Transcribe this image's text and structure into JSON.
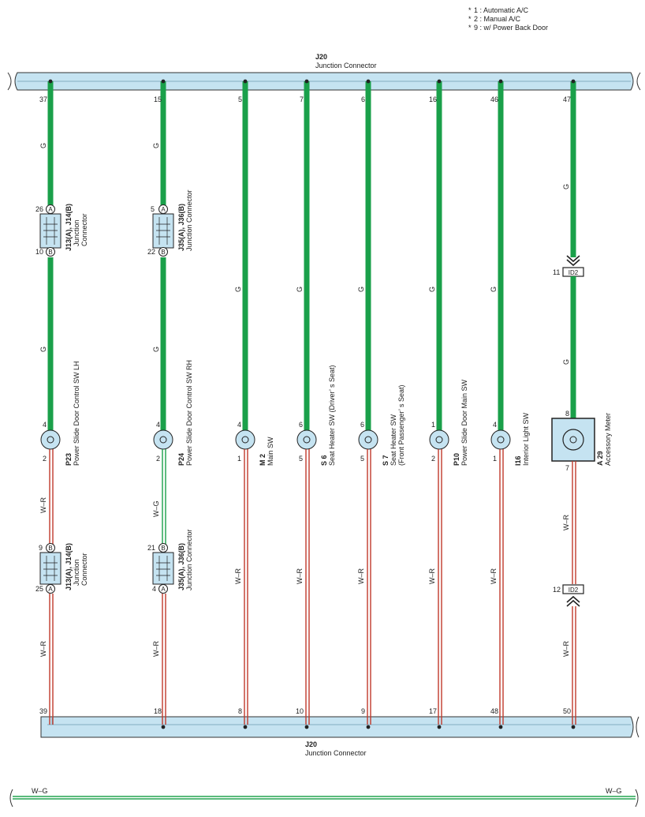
{
  "notes": [
    {
      "mark": "*",
      "text": "1 : Automatic A/C"
    },
    {
      "mark": "*",
      "text": "2 : Manual A/C"
    },
    {
      "mark": "*",
      "text": "9 : w/ Power Back Door"
    }
  ],
  "top_bus": {
    "code": "J20",
    "name": "Junction Connector"
  },
  "bottom_bus": {
    "code": "J20",
    "name": "Junction Connector"
  },
  "bottom_wire": {
    "left_label": "W–G",
    "right_label": "W–G"
  },
  "circuits": [
    {
      "top_pin": "37",
      "top_color": "G",
      "top_color2": "G",
      "jc1": {
        "pin_top": "26",
        "letter_top": "A",
        "pin_bottom": "10",
        "letter_bottom": "B",
        "code": "J13(A), J14(B)",
        "name": "Junction Connector"
      },
      "sw": {
        "pin_top": "4",
        "pin_bottom": "2",
        "code": "P23",
        "name": "Power Slide Door Control SW LH"
      },
      "bottom_color": "W–R",
      "jc2": {
        "pin_top": "9",
        "letter_top": "B",
        "pin_bottom": "25",
        "letter_bottom": "A",
        "code": "J13(A), J14(B)",
        "name": "Junction Connector"
      },
      "bottom_color2": "W–R",
      "bottom_pin": "39"
    },
    {
      "top_pin": "15",
      "top_color": "G",
      "top_color2": "G",
      "jc1": {
        "pin_top": "5",
        "letter_top": "A",
        "pin_bottom": "22",
        "letter_bottom": "B",
        "code": "J35(A), J36(B)",
        "name": "Junction Connector"
      },
      "sw": {
        "pin_top": "4",
        "pin_bottom": "2",
        "code": "P24",
        "name": "Power Slide Door Control SW RH"
      },
      "bottom_color": "W–G",
      "jc2": {
        "pin_top": "21",
        "letter_top": "B",
        "pin_bottom": "4",
        "letter_bottom": "A",
        "code": "J35(A), J36(B)",
        "name": "Junction Connector"
      },
      "bottom_color2": "W–R",
      "bottom_pin": "18"
    },
    {
      "top_pin": "5",
      "top_color": "G",
      "sw": {
        "pin_top": "4",
        "pin_bottom": "1",
        "code": "M 2",
        "name": "Main SW"
      },
      "bottom_color": "W–R",
      "bottom_pin": "8"
    },
    {
      "top_pin": "7",
      "top_color": "G",
      "sw": {
        "pin_top": "6",
        "pin_bottom": "5",
        "code": "S 6",
        "name": "Seat Heater SW (Driver’ s Seat)"
      },
      "bottom_color": "W–R",
      "bottom_pin": "10"
    },
    {
      "top_pin": "6",
      "top_color": "G",
      "sw": {
        "pin_top": "6",
        "pin_bottom": "5",
        "code": "S 7",
        "name": "Seat Heater SW",
        "name2": "(Front Passenger’ s Seat)"
      },
      "bottom_color": "W–R",
      "bottom_pin": "9"
    },
    {
      "top_pin": "16",
      "top_color": "G",
      "sw": {
        "pin_top": "1",
        "pin_bottom": "2",
        "code": "P10",
        "name": "Power Slide Door Main SW"
      },
      "bottom_color": "W–R",
      "bottom_pin": "17"
    },
    {
      "top_pin": "46",
      "top_color": "G",
      "sw": {
        "pin_top": "4",
        "pin_bottom": "1",
        "code": "I16",
        "name": "Interior Light SW"
      },
      "bottom_color": "W–R",
      "bottom_pin": "48"
    },
    {
      "top_pin": "47",
      "top_color": "G",
      "top_color2": "G",
      "id_top": {
        "pin": "11",
        "code": "ID2"
      },
      "meter": {
        "pin_top": "8",
        "pin_bottom": "7",
        "code": "A 29",
        "name": "Accessory Meter"
      },
      "bottom_color": "W–R",
      "id_bottom": {
        "pin": "12",
        "code": "ID2"
      },
      "bottom_color2": "W–R",
      "bottom_pin": "50"
    }
  ]
}
